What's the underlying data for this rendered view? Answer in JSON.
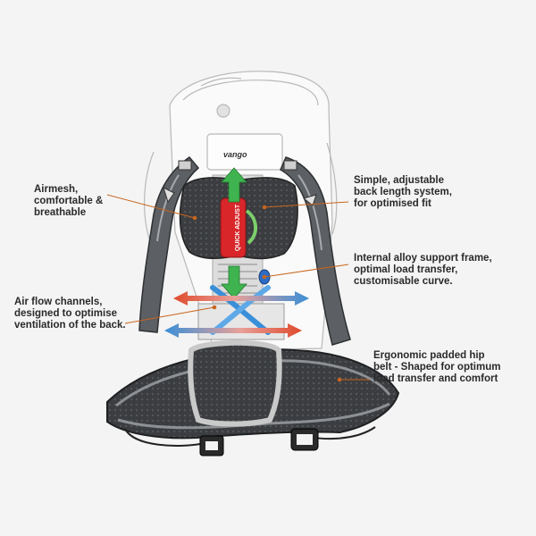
{
  "brand": "vango",
  "callouts": {
    "airmesh": "Airmesh,\ncomfortable &\nbreathable",
    "back_length": "Simple, adjustable\nback length system,\nfor optimised fit",
    "frame": "Internal alloy support frame,\noptimal load transfer,\ncustomisable curve.",
    "air_flow": "Air flow channels,\ndesigned to optimise\nventilation of the back.",
    "hip_belt": "Ergonomic padded hip\nbelt - Shaped for optimum\nload transfer and comfort"
  },
  "tab_text": "QUICK ADJUST",
  "colors": {
    "leader": "#c8651e",
    "green_arrow": "#3fb34f",
    "red_arrow": "#e04a2c",
    "blue_arrow": "#3a8fd8",
    "padding": "#3b3d40",
    "red_tab": "#d8262b"
  }
}
